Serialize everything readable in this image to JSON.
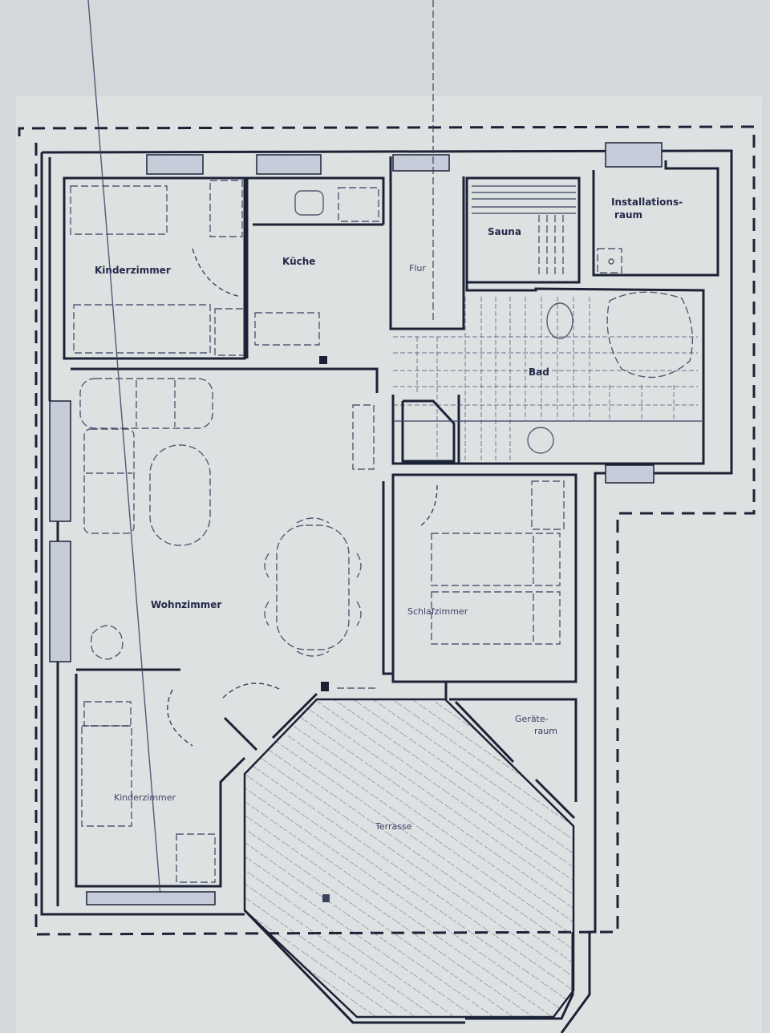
{
  "plan": {
    "type": "floor plan",
    "background_color": "#d4d8da",
    "paper_color": "#e4e7e6",
    "line_color": "#1c2236",
    "hatch_color": "#4a5278"
  },
  "rooms": {
    "kinderzimmer_1": "Kinderzimmer",
    "kueche": "Küche",
    "flur": "Flur",
    "sauna": "Sauna",
    "installationsraum_line1": "Installations-",
    "installationsraum_line2": "raum",
    "bad": "Bad",
    "wohnzimmer": "Wohnzimmer",
    "schlafzimmer": "Schlafzimmer",
    "kinderzimmer_2": "Kinderzimmer",
    "geraeteraum_line1": "Geräte-",
    "geraeteraum_line2": "raum",
    "terrasse": "Terrasse"
  }
}
